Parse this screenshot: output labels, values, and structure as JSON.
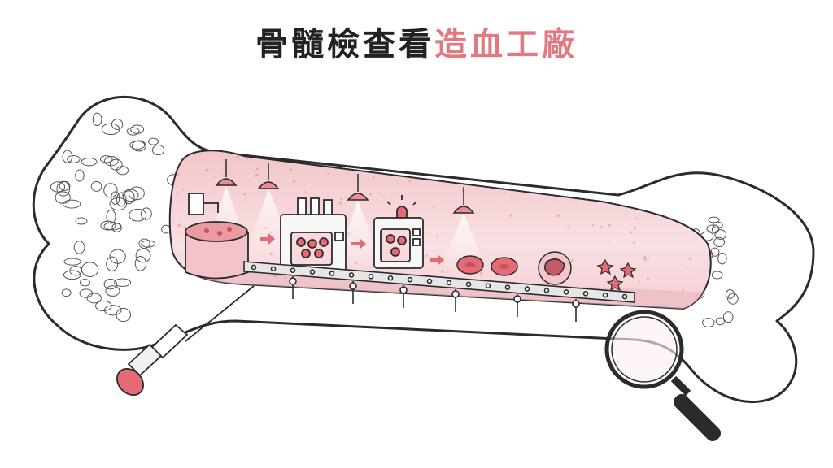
{
  "title": {
    "part1": "骨髓檢查看",
    "part2": "造血工廠"
  },
  "colors": {
    "title_dark": "#222222",
    "title_accent": "#e07a80",
    "marrow_pink": "#f6d3d6",
    "cell_red": "#e46a74",
    "outline": "#2b2b2b"
  },
  "illustration": {
    "elements": [
      "bone",
      "spongy-bone-texture",
      "marrow-cavity",
      "ceiling-lamps",
      "mixing-vat",
      "processing-machine",
      "alarm-machine",
      "conveyor-belt",
      "red-blood-cells",
      "white-blood-cell",
      "platelets",
      "biopsy-needle",
      "magnifying-glass"
    ]
  }
}
